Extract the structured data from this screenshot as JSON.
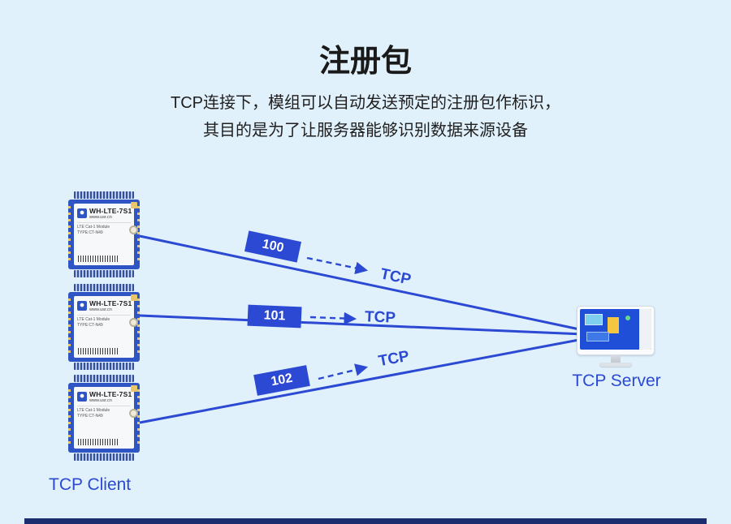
{
  "title": "注册包",
  "subtitle_line1": "TCP连接下，模组可以自动发送预定的注册包作标识，",
  "subtitle_line2": "其目的是为了让服务器能够识别数据来源设备",
  "client_label": "TCP Client",
  "server_label": "TCP Server",
  "module": {
    "name": "WH-LTE-7S1",
    "site": "www.usr.cn",
    "desc_line1": "LTE Cat-1 Module",
    "desc_line2": "TYPE:CT-N49"
  },
  "connections": [
    {
      "packet": "100",
      "protocol": "TCP"
    },
    {
      "packet": "101",
      "protocol": "TCP"
    },
    {
      "packet": "102",
      "protocol": "TCP"
    }
  ],
  "icons": {
    "usr_logo": "blue-rounded-square-with-white-dot",
    "antenna_connector": "circle-connector",
    "barcode": "vertical-lines"
  },
  "colors": {
    "background": "#e0f1fb",
    "accent_blue": "#2b49d3",
    "pcb_blue": "#2f55c4",
    "screen_blue": "#1e4fd6",
    "footer_bar": "#1b2d6e",
    "title_text": "#1a1a1a"
  }
}
